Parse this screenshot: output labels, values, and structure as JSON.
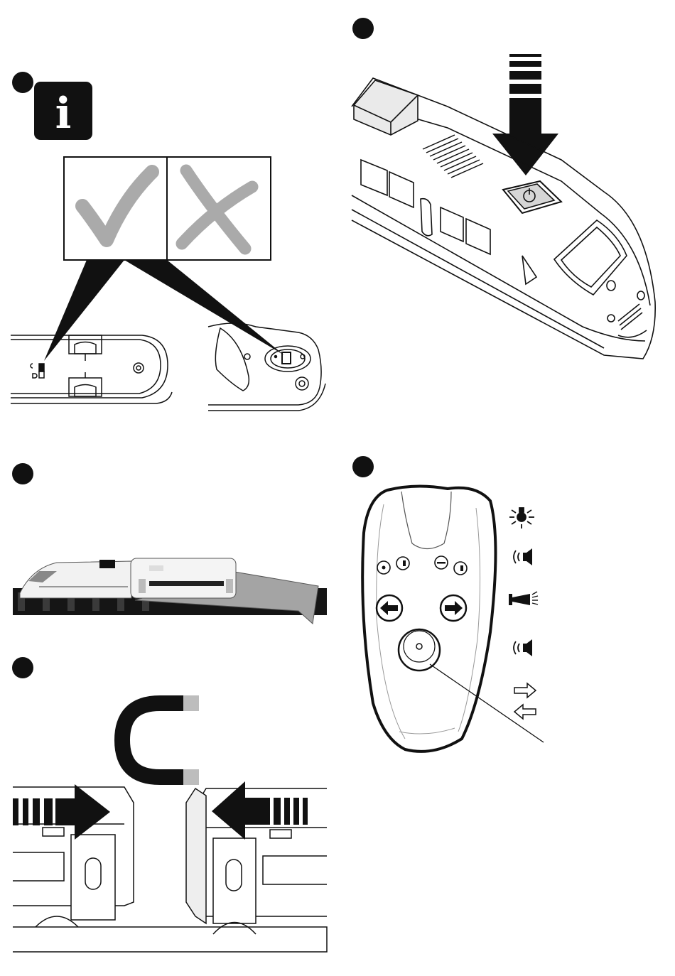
{
  "page": {
    "steps": [
      {
        "id": "step-switch-info"
      },
      {
        "id": "step-power-button"
      },
      {
        "id": "step-rerailer"
      },
      {
        "id": "step-magnet-coupling"
      },
      {
        "id": "step-remote-control"
      }
    ]
  },
  "info_panel": {
    "info_glyph": "i",
    "icons": [
      "info-icon",
      "check-mark-icon",
      "cross-mark-icon"
    ]
  },
  "remote": {
    "legend": [
      {
        "icon": "light-icon"
      },
      {
        "icon": "sound-icon"
      },
      {
        "icon": "horn-icon"
      },
      {
        "icon": "sound-icon"
      },
      {
        "icon": "arrow-right-icon"
      },
      {
        "icon": "arrow-left-icon"
      }
    ]
  },
  "colors": {
    "ink": "#111111",
    "mark_gray": "#aaaaaa",
    "ramp_gray": "#9a9a9a",
    "magnet_pole": "#bdbdbd"
  }
}
